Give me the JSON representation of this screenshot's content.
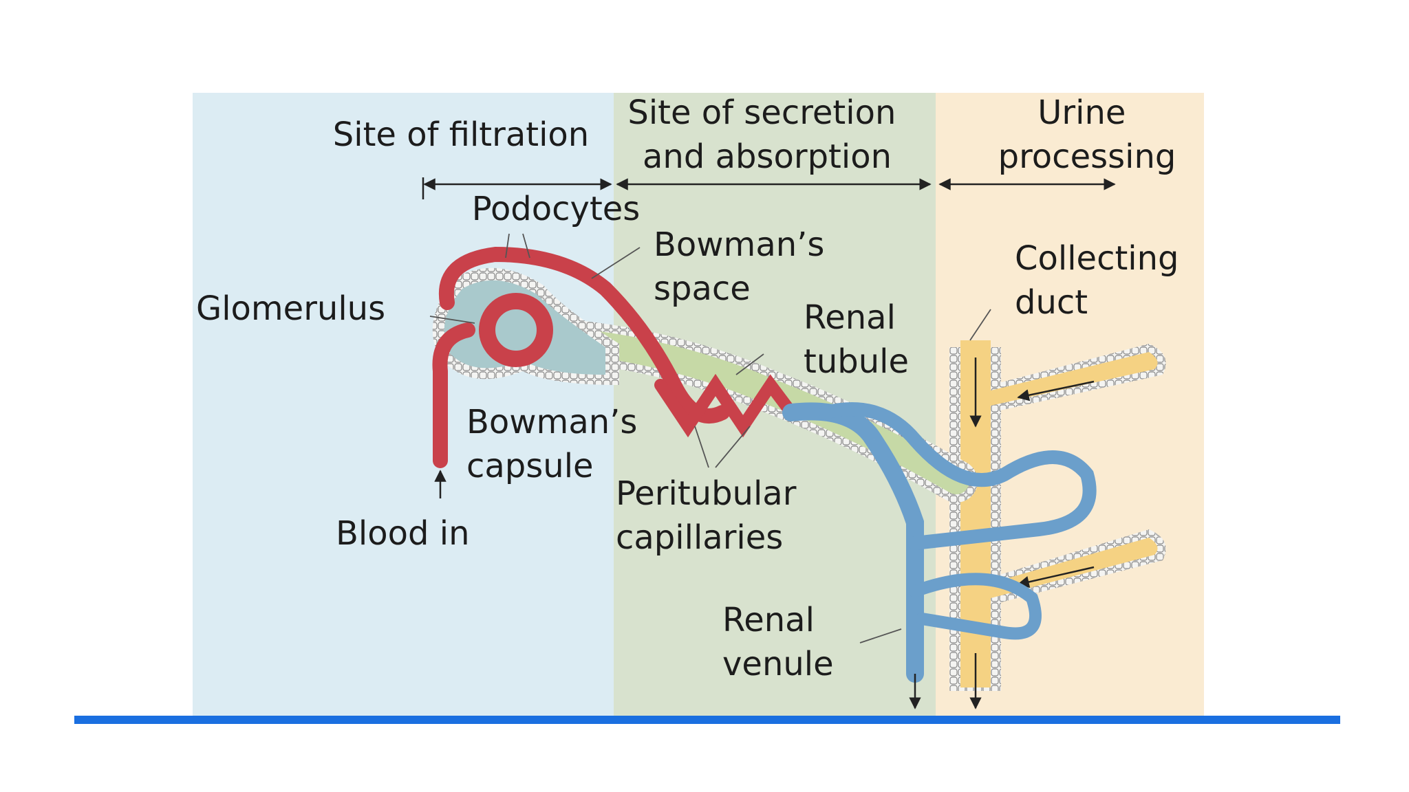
{
  "zones": [
    {
      "label_lines": [
        "Site of filtration"
      ],
      "color": "#dcecf3"
    },
    {
      "label_lines": [
        "Site of secretion",
        "and absorption"
      ],
      "color": "#d8e2ce"
    },
    {
      "label_lines": [
        "Urine",
        "processing"
      ],
      "color": "#faebd2"
    }
  ],
  "labels": {
    "podocytes": "Podocytes",
    "glomerulus": "Glomerulus",
    "bowmans_space": [
      "Bowman’s",
      "space"
    ],
    "renal_tubule": [
      "Renal",
      "tubule"
    ],
    "collecting_duct": [
      "Collecting",
      "duct"
    ],
    "bowmans_capsule": [
      "Bowman’s",
      "capsule"
    ],
    "blood_in": "Blood in",
    "peritubular_capillaries": [
      "Peritubular",
      "capillaries"
    ],
    "renal_venule": [
      "Renal",
      "venule"
    ]
  },
  "colors": {
    "arteriole_red": "#c9414a",
    "vein_blue": "#6b9fcb",
    "tubule_fill": "#a9c9cc",
    "duct_yellow": "#f5d283",
    "rule_blue": "#1a6fe0"
  }
}
